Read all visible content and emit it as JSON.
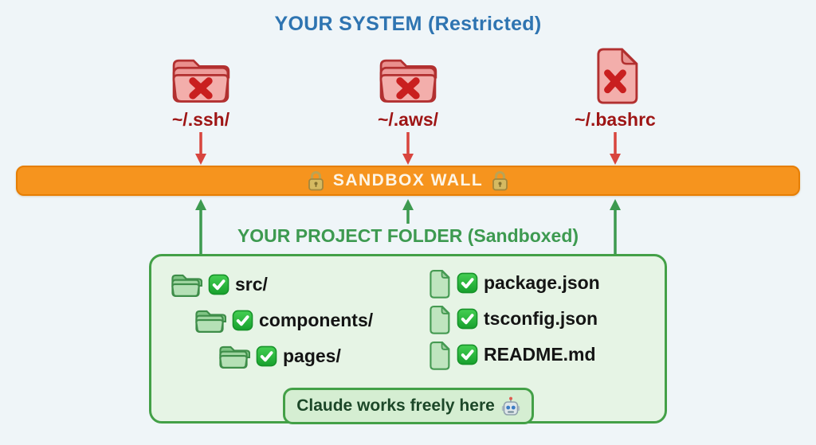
{
  "system": {
    "title": "YOUR SYSTEM (Restricted)",
    "items": [
      {
        "label": "~/.ssh/",
        "icon": "blocked-folder"
      },
      {
        "label": "~/.aws/",
        "icon": "blocked-folder"
      },
      {
        "label": "~/.bashrc",
        "icon": "blocked-file"
      }
    ]
  },
  "wall": {
    "label": "SANDBOX WALL",
    "lock_icon": "lock-icon"
  },
  "project": {
    "title": "YOUR PROJECT FOLDER (Sandboxed)",
    "folders": [
      {
        "label": "src/"
      },
      {
        "label": "components/"
      },
      {
        "label": "pages/"
      }
    ],
    "files": [
      {
        "label": "package.json"
      },
      {
        "label": "tsconfig.json"
      },
      {
        "label": "README.md"
      }
    ],
    "callout": {
      "label": "Claude works freely here",
      "robot_icon": "robot-icon"
    }
  },
  "colors": {
    "background": "#eff5f8",
    "title_blue": "#2e74b1",
    "restricted_red": "#9e1515",
    "arrow_red": "#d8453e",
    "wall_orange": "#f6941e",
    "wall_text": "#fdf5e6",
    "green_accent": "#43a047",
    "project_box_fill": "#e6f4e5",
    "callout_fill": "#d5eed2",
    "callout_text": "#1c4728",
    "tree_text": "#141414"
  }
}
